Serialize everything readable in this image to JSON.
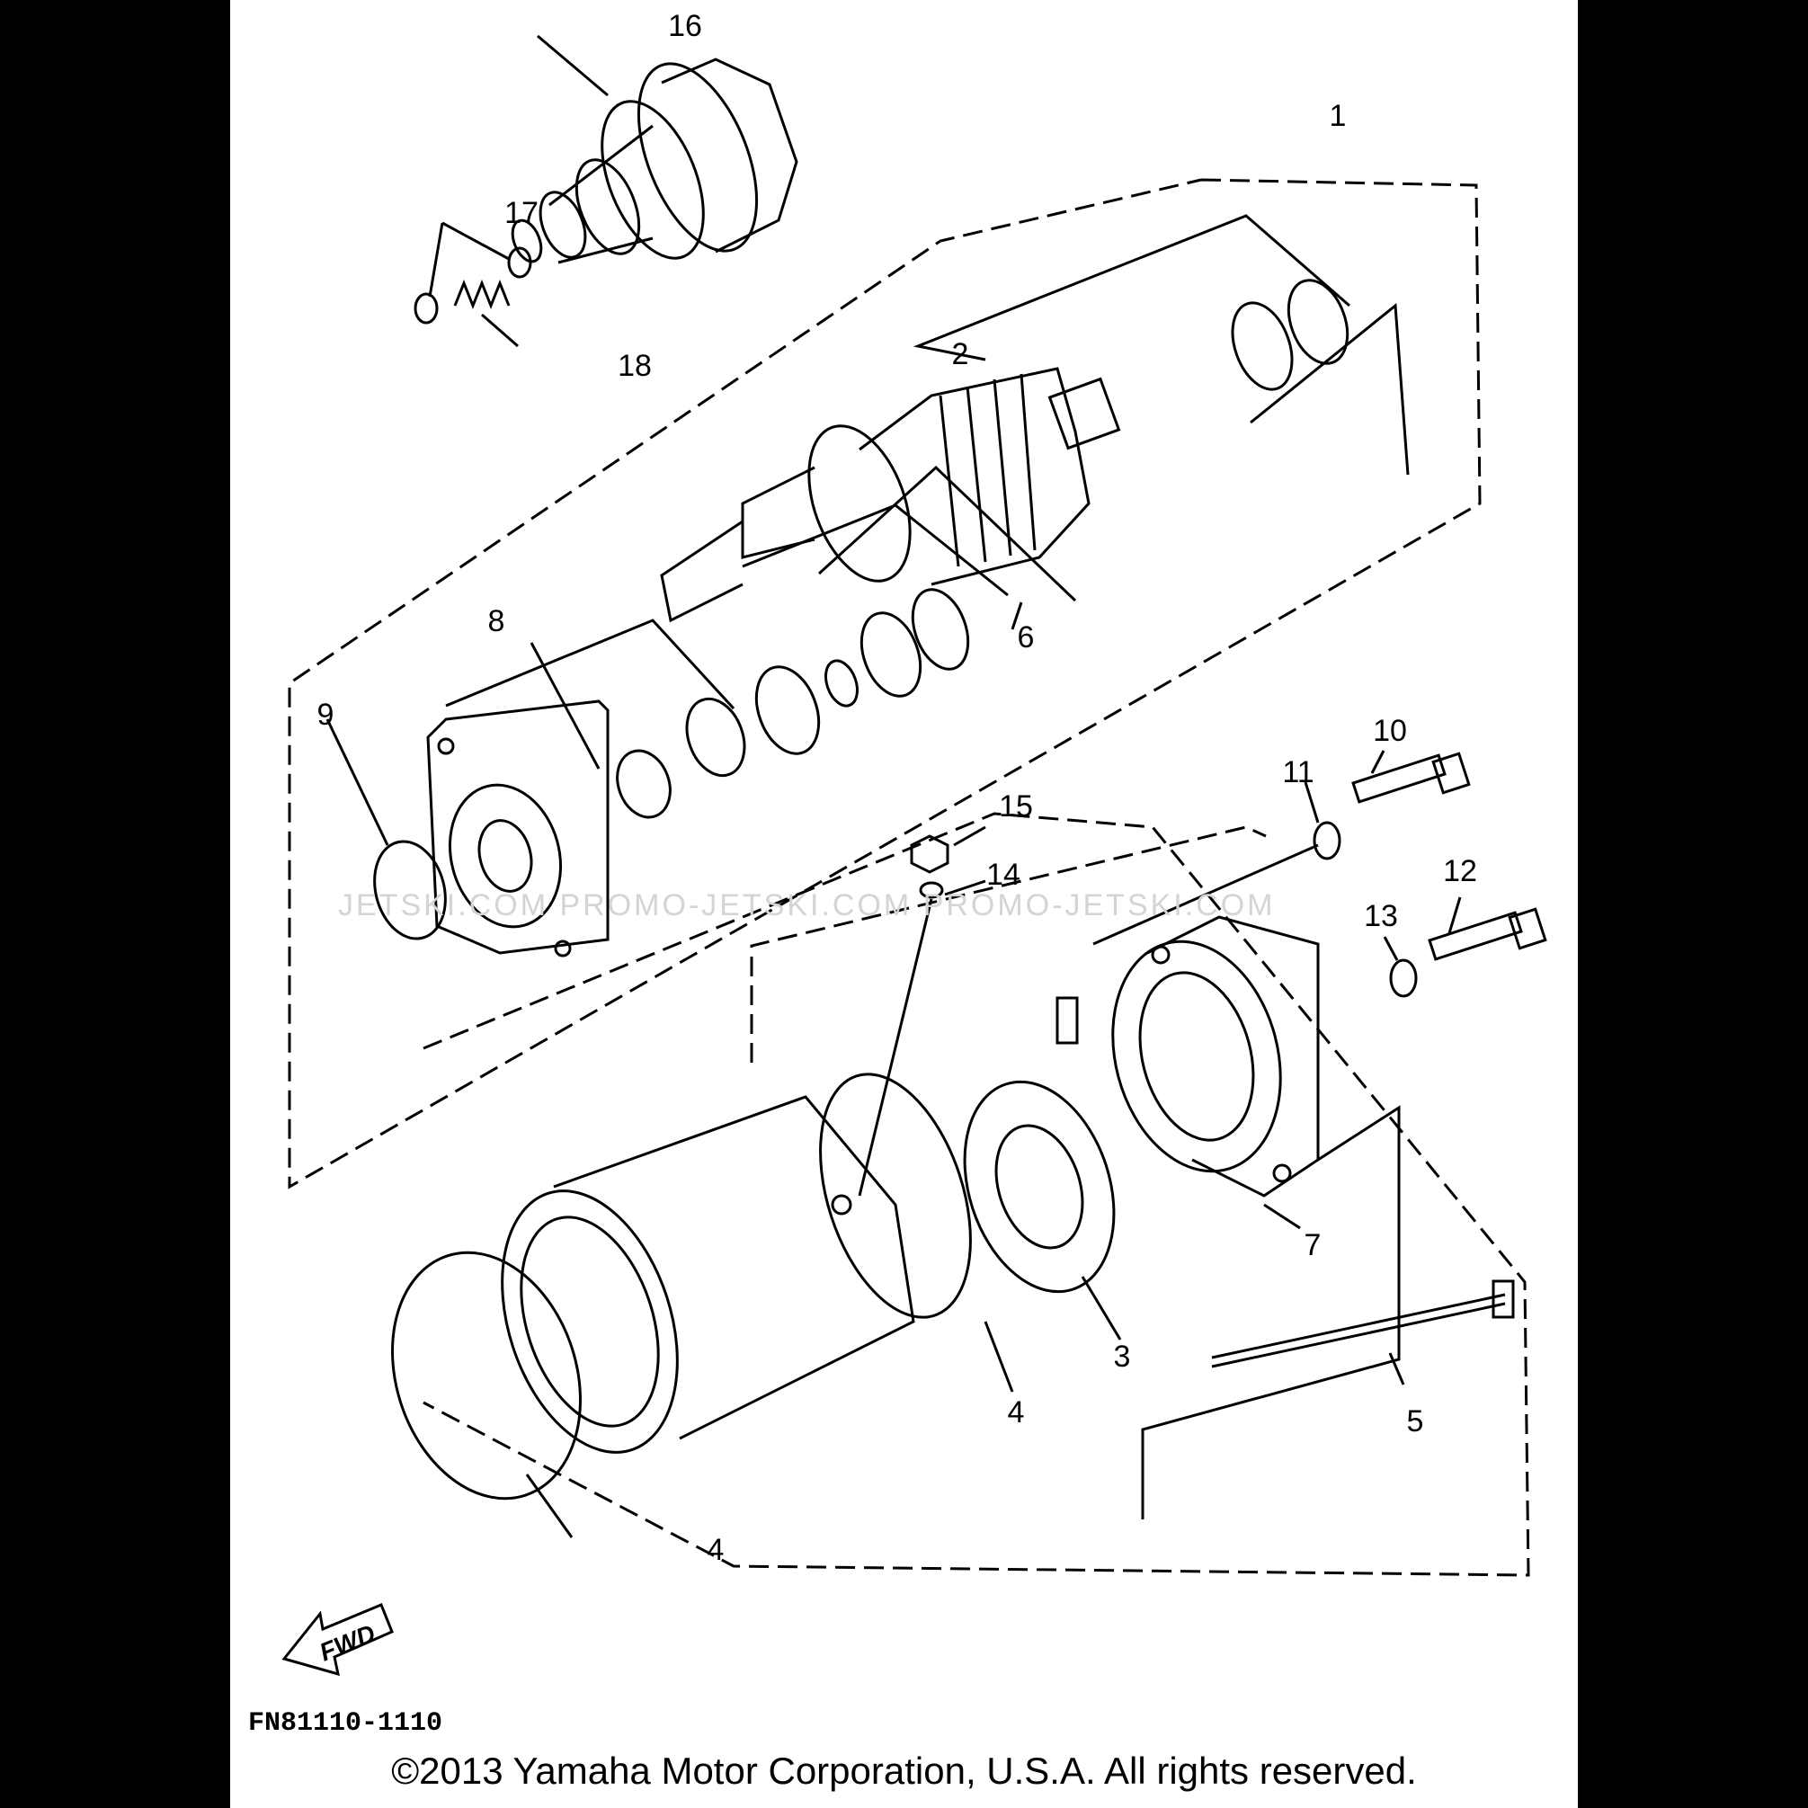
{
  "callouts": [
    "1",
    "2",
    "3",
    "4",
    "4",
    "5",
    "6",
    "7",
    "8",
    "9",
    "10",
    "11",
    "12",
    "13",
    "14",
    "15",
    "16",
    "17",
    "18"
  ],
  "fwd_label": "FWD",
  "diagram_code": "FN81110-1110",
  "copyright": "©2013 Yamaha Motor Corporation, U.S.A. All rights reserved.",
  "watermark": "JETSKI.COM   PROMO-JETSKI.COM   PROMO-JETSKI.COM",
  "colors": {
    "ink": "#000000",
    "paper": "#ffffff",
    "background": "#000000",
    "watermark": "#d4d4d4"
  }
}
